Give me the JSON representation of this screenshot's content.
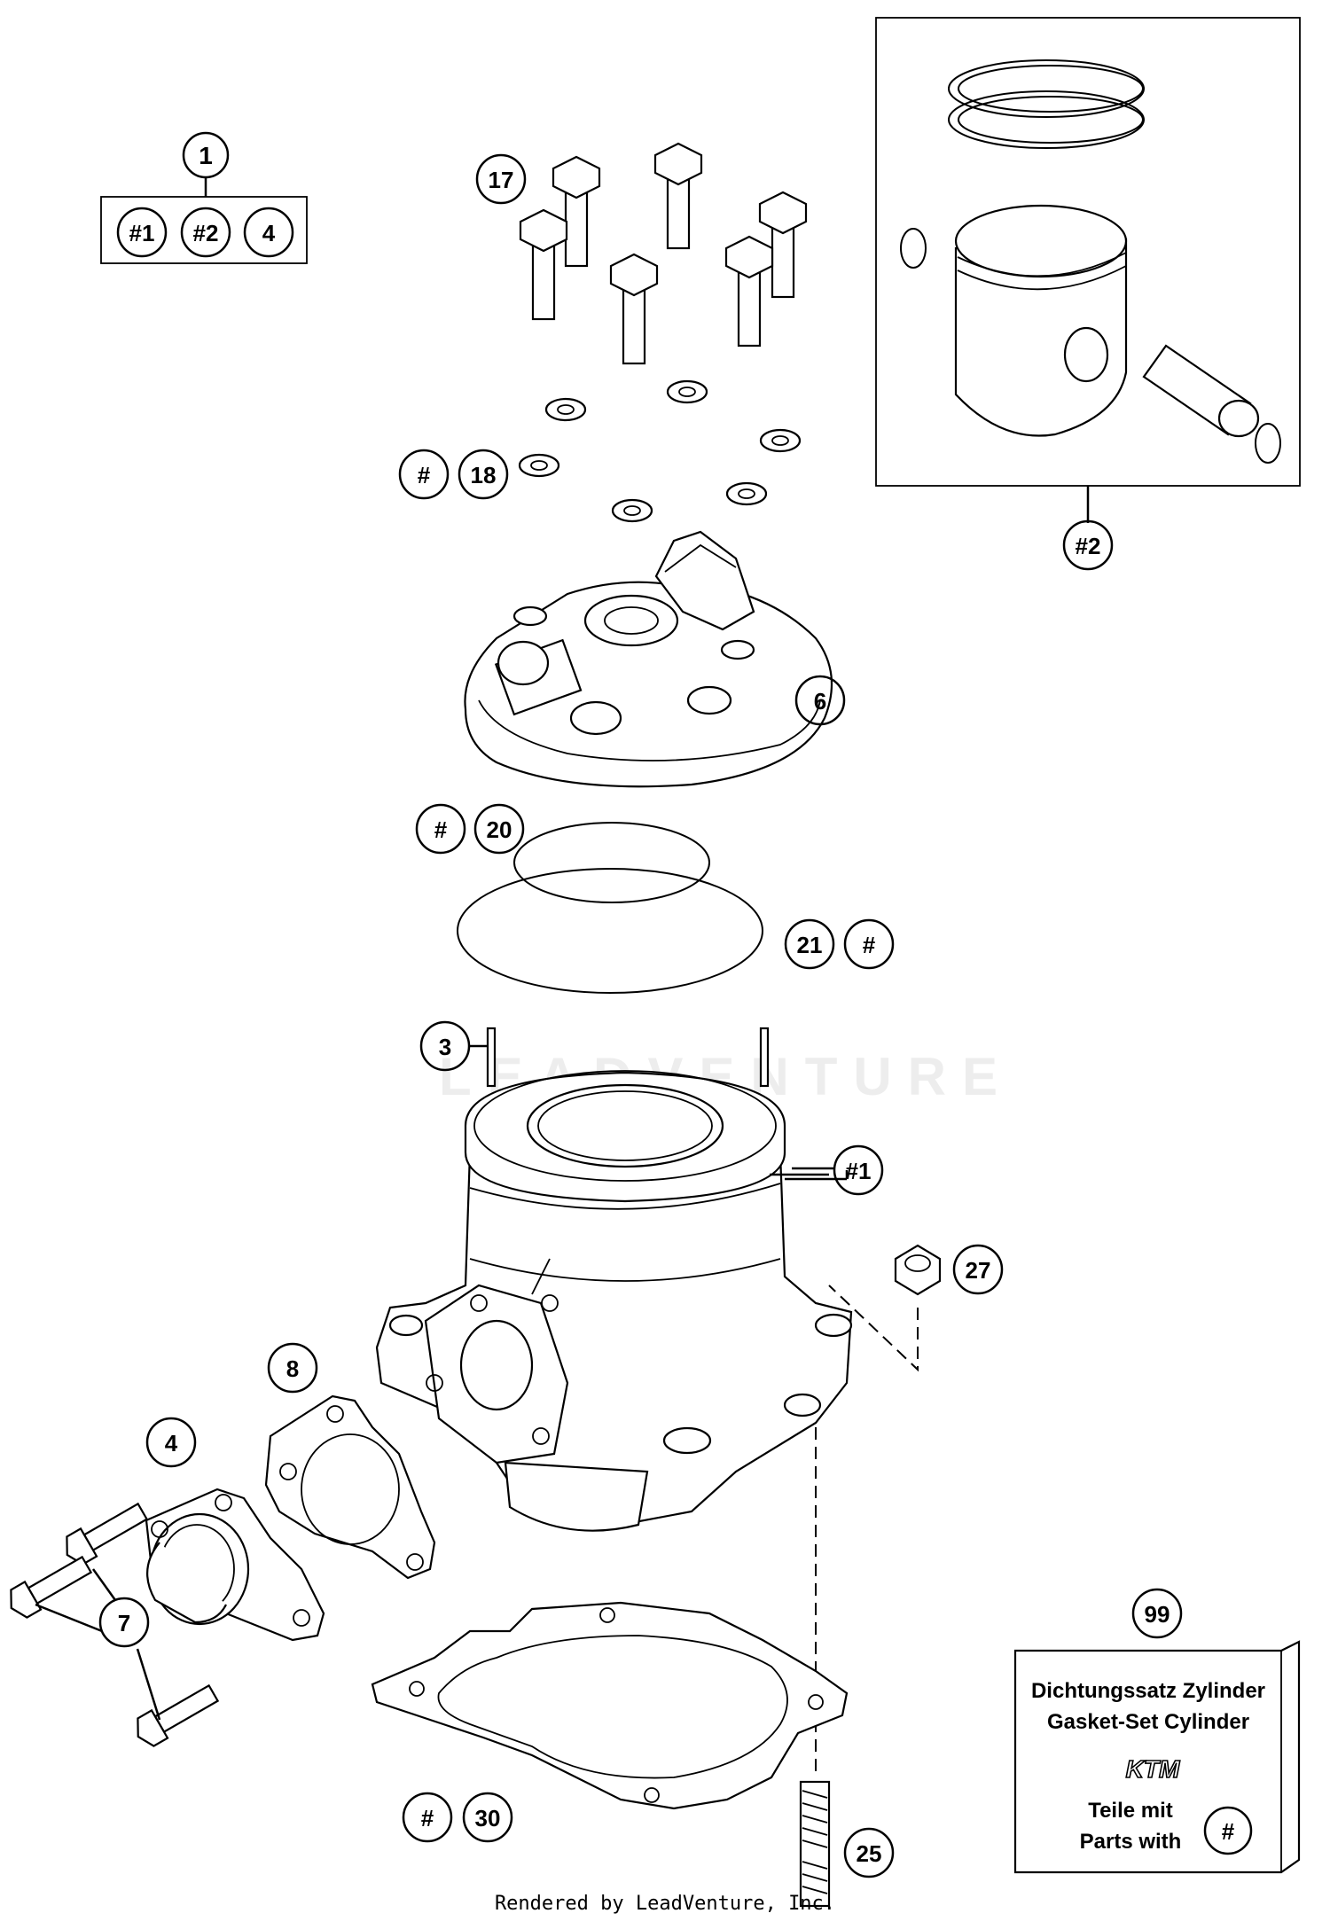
{
  "callouts": {
    "c1": "1",
    "c1_a": "#1",
    "c1_b": "#2",
    "c1_c": "4",
    "c17": "17",
    "c18_hash": "#",
    "c18": "18",
    "c2": "#2",
    "c6": "6",
    "c20_hash": "#",
    "c20": "20",
    "c21": "21",
    "c21_hash": "#",
    "c3": "3",
    "c1b": "#1",
    "c27": "27",
    "c8": "8",
    "c4": "4",
    "c7": "7",
    "c99": "99",
    "c30_hash": "#",
    "c30": "30",
    "c25": "25"
  },
  "info_box": {
    "line1": "Dichtungssatz Zylinder",
    "line2": "Gasket-Set Cylinder",
    "logo": "KTM",
    "line3": "Teile mit",
    "line4": "Parts with",
    "symbol": "#"
  },
  "watermark": "LEADVENTURE",
  "footer": "Rendered by LeadVenture, Inc."
}
